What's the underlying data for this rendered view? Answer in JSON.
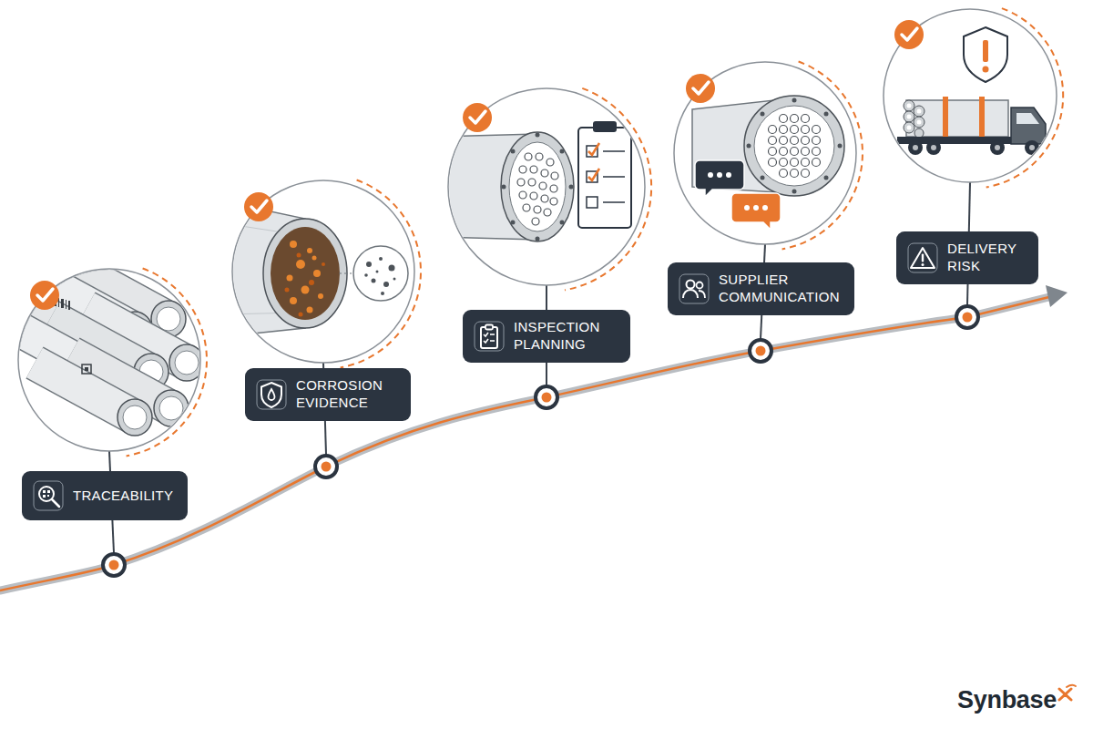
{
  "diagram": {
    "nodes": [
      {
        "text": [
          "TRACEABILITY"
        ]
      },
      {
        "text": [
          "CORROSION EVIDENCE"
        ]
      },
      {
        "text": [
          "INSPECTION PLANNING"
        ]
      },
      {
        "text": [
          "SUPPLIER COMMUNICATION"
        ]
      },
      {
        "text": [
          "DELIVERY RISK"
        ]
      }
    ],
    "labels": [
      "Synbase"
    ]
  }
}
